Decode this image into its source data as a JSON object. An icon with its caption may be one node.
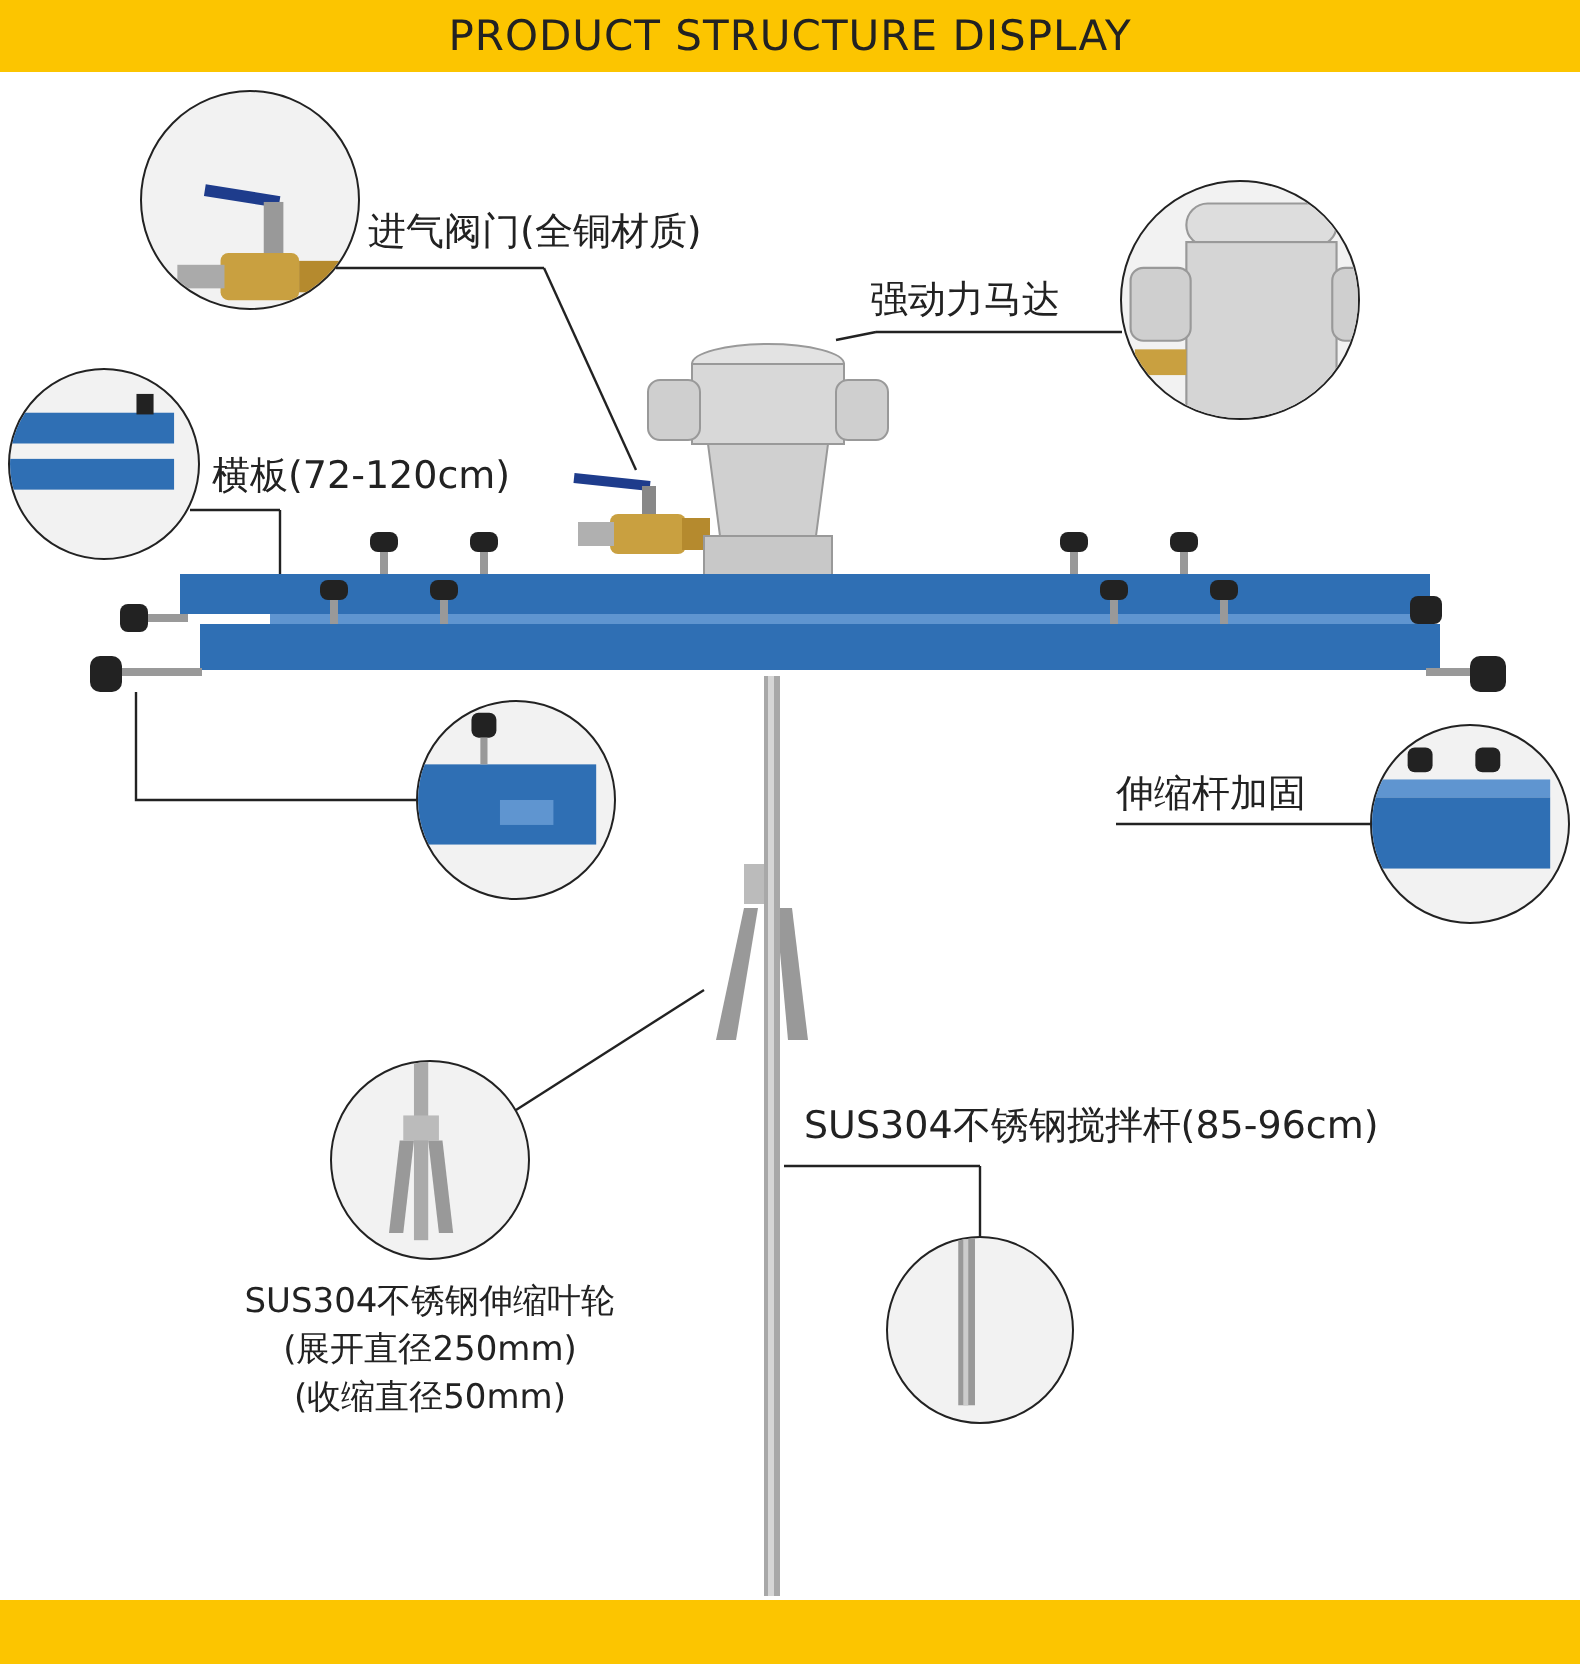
{
  "diagram": {
    "nodes": [
      {
        "text": [],
        "shape": "picture"
      },
      {
        "text": [
          "进气阀门(全铜材质)"
        ]
      },
      {
        "text": [],
        "shape": "picture"
      },
      {
        "text": [
          "强动力马达"
        ]
      },
      {
        "text": [],
        "shape": "picture"
      },
      {
        "text": [],
        "shape": "picture"
      },
      {
        "text": [],
        "shape": "picture"
      },
      {
        "text": [
          "横板(72-120cm)"
        ]
      },
      {
        "text": [],
        "shape": "picture"
      },
      {
        "text": [],
        "shape": "picture"
      },
      {
        "text": [],
        "shape": "picture"
      },
      {
        "text": [
          "伸缩杆加固"
        ]
      },
      {
        "text": [],
        "shape": "picture",
        "beside": [
          "SUS304不锈钢伸缩叶轮",
          "(展开直径250mm)",
          "(收缩直径50mm)"
        ]
      },
      {
        "text": [],
        "shape": "picture"
      },
      {
        "text": [
          "SUS304不锈钢搅拌杆(85-96cm)"
        ]
      },
      {
        "text": [],
        "shape": "picture"
      },
      {
        "text": [],
        "shape": "picture"
      },
      {
        "text": [],
        "shape": "bar"
      },
      {
        "text": [
          "PRODUCT STRUCTURE DISPLAY"
        ]
      }
    ],
    "edges": [
      {
        "from": 0,
        "to": 1,
        "arrow": "none"
      },
      {
        "from": 1,
        "to": 2,
        "arrow": "none"
      },
      {
        "from": 5,
        "to": 3,
        "arrow": "none"
      },
      {
        "from": 3,
        "to": 4,
        "arrow": "none"
      },
      {
        "from": 6,
        "to": 7,
        "arrow": "none"
      },
      {
        "from": 7,
        "to": 8,
        "arrow": "none"
      },
      {
        "from": 8,
        "to": 9,
        "arrow": "none"
      },
      {
        "from": 11,
        "to": 10,
        "arrow": "none"
      },
      {
        "from": 12,
        "to": 13,
        "arrow": "none"
      },
      {
        "from": 16,
        "to": 14,
        "arrow": "none"
      },
      {
        "from": 14,
        "to": 15,
        "arrow": "none"
      }
    ]
  }
}
